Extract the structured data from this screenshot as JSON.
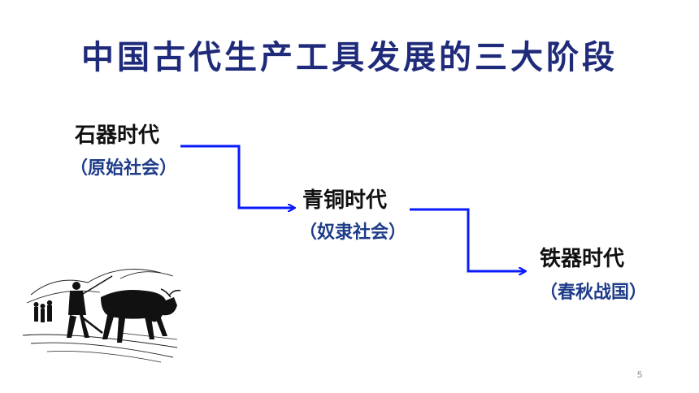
{
  "slide": {
    "title": "中国古代生产工具发展的三大阶段",
    "stages": [
      {
        "name": "石器时代",
        "society": "（原始社会）"
      },
      {
        "name": "青铜时代",
        "society": "（奴隶社会）"
      },
      {
        "name": "铁器时代",
        "society": "（春秋战国）"
      }
    ],
    "page_number": "5",
    "illustration": "farmer-plowing-with-ox",
    "colors": {
      "title": "#1f2b7a",
      "arrow": "#0a1aff",
      "subtitle": "#1f3c8a"
    }
  }
}
